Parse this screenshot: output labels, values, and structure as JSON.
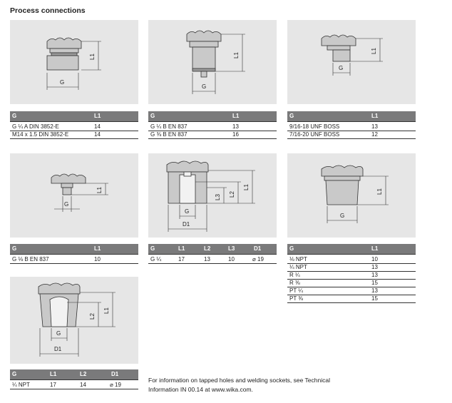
{
  "title": "Process connections",
  "blocks": [
    {
      "labels": [
        "L1",
        "G"
      ],
      "headers": [
        "G",
        "L1"
      ],
      "rows": [
        [
          "G ¼ A DIN 3852-E",
          "14"
        ],
        [
          "M14 x 1.5 DIN 3852-E",
          "14"
        ]
      ]
    },
    {
      "labels": [
        "L1",
        "G"
      ],
      "headers": [
        "G",
        "L1"
      ],
      "rows": [
        [
          "G ¼ B EN 837",
          "13"
        ],
        [
          "G ⅜ B EN 837",
          "16"
        ]
      ]
    },
    {
      "labels": [
        "L1",
        "G"
      ],
      "headers": [
        "G",
        "L1"
      ],
      "rows": [
        [
          "9/16-18 UNF BOSS",
          "13"
        ],
        [
          "7/16-20 UNF BOSS",
          "12"
        ]
      ]
    },
    {
      "labels": [
        "L1",
        "G"
      ],
      "headers": [
        "G",
        "L1"
      ],
      "rows": [
        [
          "G ⅛ B EN 837",
          "10"
        ]
      ]
    },
    {
      "labels": [
        "L1",
        "L2",
        "L3",
        "G",
        "D1"
      ],
      "headers": [
        "G",
        "L1",
        "L2",
        "L3",
        "D1"
      ],
      "rows": [
        [
          "G ¼",
          "17",
          "13",
          "10",
          "⌀ 19"
        ]
      ]
    },
    {
      "labels": [
        "L1",
        "G"
      ],
      "headers": [
        "G",
        "L1"
      ],
      "rows": [
        [
          "⅛ NPT",
          "10"
        ],
        [
          "¼ NPT",
          "13"
        ],
        [
          "R ¼",
          "13"
        ],
        [
          "R ⅜",
          "15"
        ],
        [
          "PT ¼",
          "13"
        ],
        [
          "PT ⅜",
          "15"
        ]
      ]
    },
    {
      "labels": [
        "L1",
        "L2",
        "G",
        "D1"
      ],
      "headers": [
        "G",
        "L1",
        "L2",
        "D1"
      ],
      "rows": [
        [
          "¼ NPT",
          "17",
          "14",
          "⌀ 19"
        ]
      ]
    }
  ],
  "note_line1": "For information on tapped holes and welding sockets, see Technical",
  "note_line2": "Information IN 00.14 at www.wika.com."
}
